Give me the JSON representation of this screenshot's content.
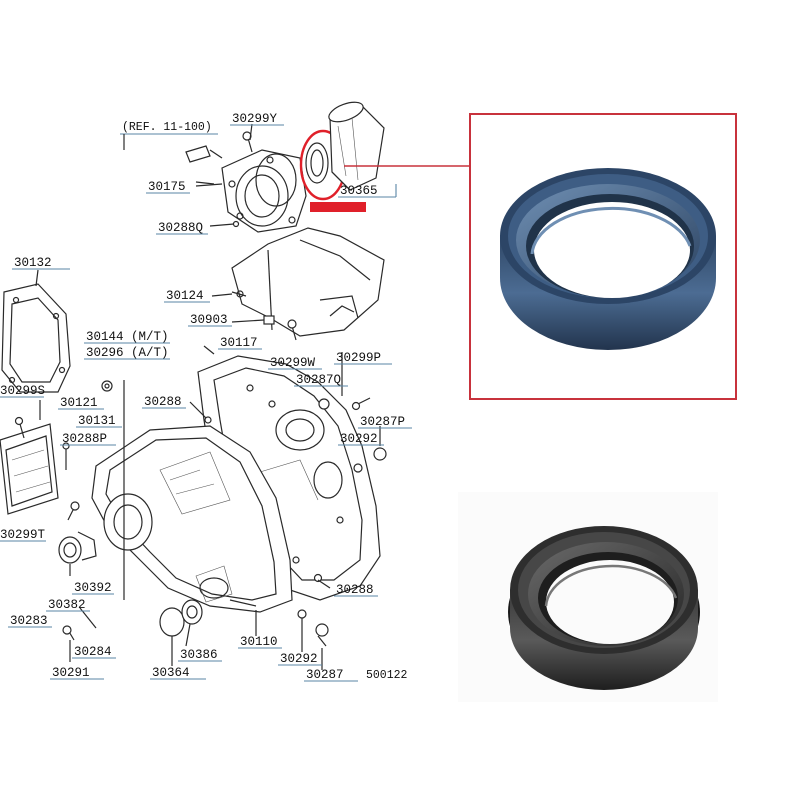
{
  "diagram": {
    "ref_label": "(REF. 11-100)",
    "catalog_number": "500122",
    "parts": [
      {
        "id": "30299Y"
      },
      {
        "id": "30175"
      },
      {
        "id": "30365"
      },
      {
        "id": "30288Q"
      },
      {
        "id": "30132"
      },
      {
        "id": "30124"
      },
      {
        "id": "30903"
      },
      {
        "id": "30144 (M/T)"
      },
      {
        "id": "30296 (A/T)"
      },
      {
        "id": "30117"
      },
      {
        "id": "30299W"
      },
      {
        "id": "30299P"
      },
      {
        "id": "30287Q"
      },
      {
        "id": "30299S"
      },
      {
        "id": "30121"
      },
      {
        "id": "30131"
      },
      {
        "id": "30288"
      },
      {
        "id": "30287P"
      },
      {
        "id": "30292"
      },
      {
        "id": "30288P"
      },
      {
        "id": "30299T"
      },
      {
        "id": "30392"
      },
      {
        "id": "30288"
      },
      {
        "id": "30382"
      },
      {
        "id": "30283"
      },
      {
        "id": "30284"
      },
      {
        "id": "30386"
      },
      {
        "id": "30110"
      },
      {
        "id": "30291"
      },
      {
        "id": "30364"
      },
      {
        "id": "30292"
      },
      {
        "id": "30287"
      }
    ],
    "highlighted_part": "30365",
    "highlight_color": "#e0202a",
    "frame_color": "#c8323c",
    "seal_color_render": "#3c5a82",
    "seal_color_photo": "#2b2b2b"
  }
}
